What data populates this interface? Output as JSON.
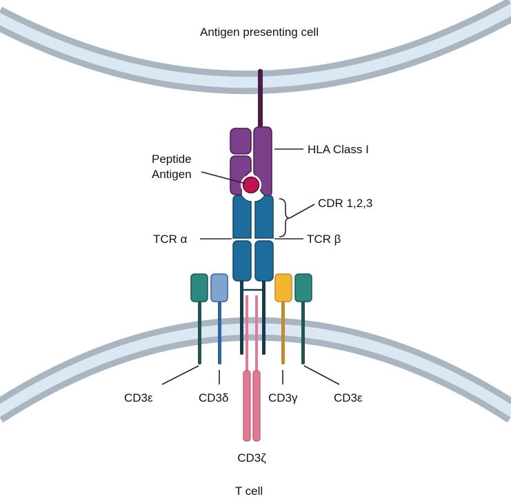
{
  "labels": {
    "apc": "Antigen presenting cell",
    "tcell": "T cell",
    "hla": "HLA Class I",
    "peptide_line1": "Peptide",
    "peptide_line2": "Antigen",
    "cdr": "CDR 1,2,3",
    "tcr_alpha": "TCR α",
    "tcr_beta": "TCR β",
    "cd3e_left": "CD3ε",
    "cd3d": "CD3δ",
    "cd3g": "CD3γ",
    "cd3e_right": "CD3ε",
    "cd3z": "CD3ζ"
  },
  "colors": {
    "membrane_outer": "#a9b6c2",
    "membrane_inner": "#dbe8f4",
    "hla": "#7b3f8c",
    "hla_stalk": "#4a1d45",
    "peptide": "#c0134f",
    "tcr": "#1d6d9c",
    "tcr_stalk": "#173c4f",
    "cd3e": "#2a8a80",
    "cd3e_stalk": "#1f5553",
    "cd3d": "#7ea4cf",
    "cd3d_stalk": "#2f63a8",
    "cd3g": "#f2b631",
    "cd3g_stalk": "#c58a2e",
    "cd3z": "#e27a92"
  }
}
